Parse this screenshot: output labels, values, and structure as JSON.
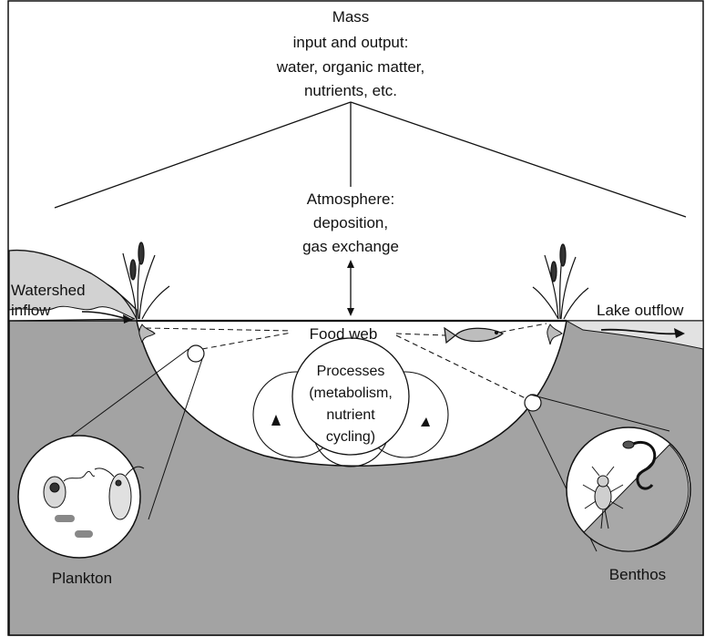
{
  "diagram": {
    "mass_label": [
      "Mass",
      "input and output:",
      "water, organic matter,",
      "nutrients, etc."
    ],
    "atmosphere_label": [
      "Atmosphere:",
      "deposition,",
      "gas exchange"
    ],
    "watershed_label": [
      "Watershed",
      "inflow"
    ],
    "outflow_label": "Lake outflow",
    "food_web_label": "Food web",
    "processes_label": [
      "Processes",
      "(metabolism,",
      "nutrient",
      "cycling)"
    ],
    "plankton_label": "Plankton",
    "benthos_label": "Benthos"
  },
  "colors": {
    "sediment": "#a3a3a3",
    "sediment_dark": "#8c8c8c",
    "land_light": "#d2d2d2",
    "water": "#ffffff",
    "line": "#111111"
  }
}
